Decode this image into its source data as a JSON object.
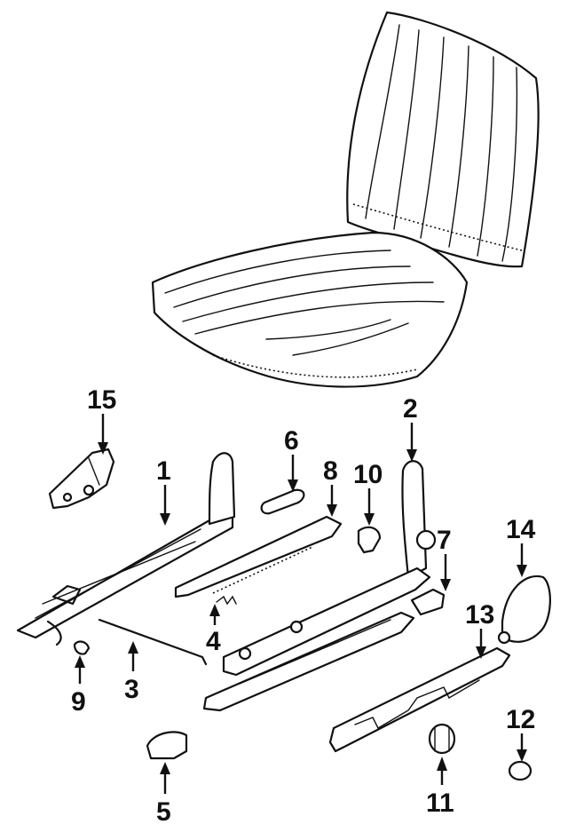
{
  "callouts": [
    {
      "id": "15",
      "label": "15"
    },
    {
      "id": "1",
      "label": "1"
    },
    {
      "id": "6",
      "label": "6"
    },
    {
      "id": "8",
      "label": "8"
    },
    {
      "id": "10",
      "label": "10"
    },
    {
      "id": "2",
      "label": "2"
    },
    {
      "id": "7",
      "label": "7"
    },
    {
      "id": "14",
      "label": "14"
    },
    {
      "id": "4",
      "label": "4"
    },
    {
      "id": "13",
      "label": "13"
    },
    {
      "id": "9",
      "label": "9"
    },
    {
      "id": "3",
      "label": "3"
    },
    {
      "id": "12",
      "label": "12"
    },
    {
      "id": "5",
      "label": "5"
    },
    {
      "id": "11",
      "label": "11"
    }
  ]
}
